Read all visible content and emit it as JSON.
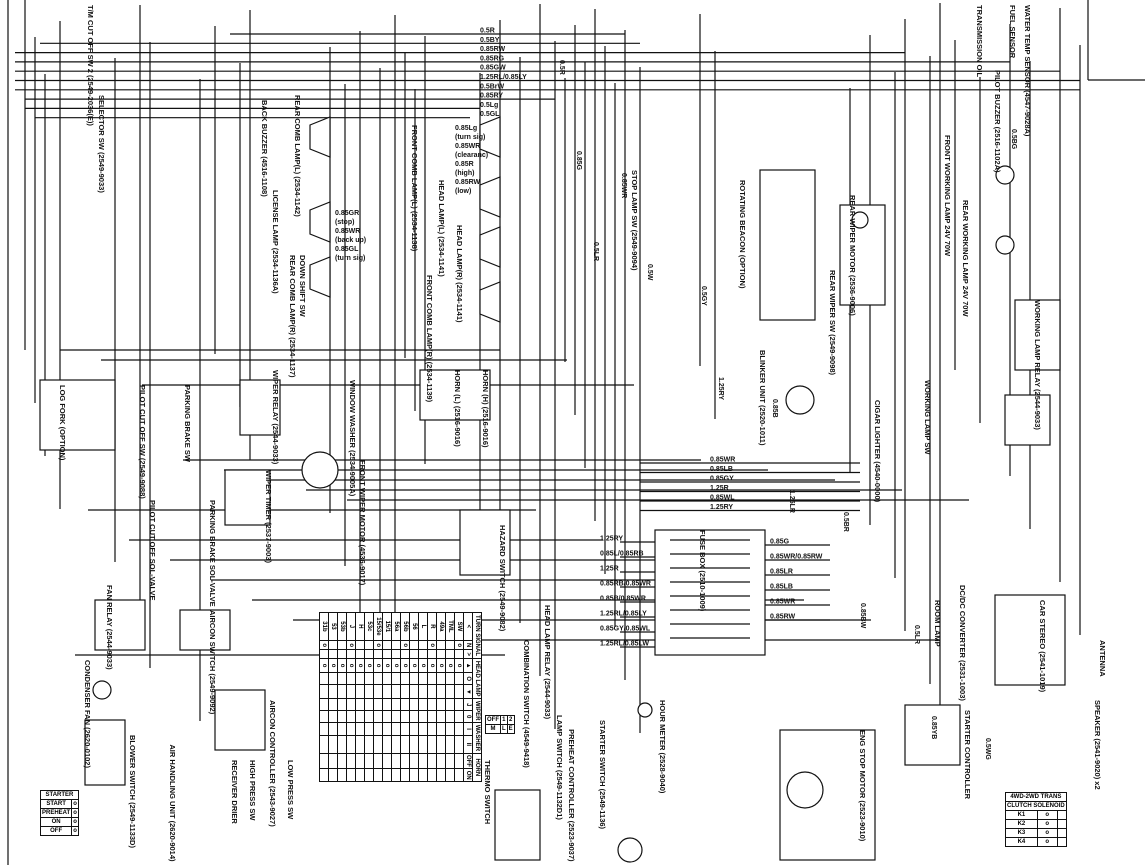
{
  "top_bus_wires": [
    "0.5R",
    "0.5BY",
    "0.85RW",
    "0.85RG",
    "0.85GW",
    "1.25RL/0.85LY",
    "0.5BrW",
    "0.85RY",
    "0.5Lg",
    "0.5GL"
  ],
  "mid_bus_wires": [
    "0.85WR",
    "0.85LB",
    "0.85GY",
    "1.25R",
    "0.85WL",
    "1.25RY"
  ],
  "fuse_left_wires": [
    "1.25RY",
    "0.85L/0.85RB",
    "1.25R",
    "0.85RB/0.85WR",
    "0.85B/0.85WR",
    "1.25RL/0.85LY",
    "0.85GY/0.85WL",
    "1.25RL/0.85LW"
  ],
  "fuse_right_wires": [
    "0.85G",
    "0.85WR/0.85RW",
    "0.85LR",
    "0.85LB",
    "0.85WR",
    "0.85RW"
  ],
  "lamp_wires": [
    "0.85Lg",
    "(turn sig)",
    "0.85WR",
    "(clearanc)",
    "0.85R",
    "(high)",
    "0.85RW",
    "(low)",
    "0.85GR",
    "(stop)",
    "0.85WR",
    "(back up)",
    "0.85GL",
    "(turn sig)"
  ],
  "components": [
    "T/M CUT OFF SW 2 (2549-2036(E))",
    "SELECTOR SW (2549-9033)",
    "BACK BUZZER (4516-1108)",
    "REAR COMB LAMP(L) (2534-1142)",
    "LICENSE LAMP (2534-1136A)",
    "REAR COMB LAMP(R) (2534-1137)",
    "FRONT COMB LAMP(L) (2534-1138)",
    "HEAD LAMP(L) (2534-1141)",
    "HEAD LAMP(R) (2534-1141)",
    "FRONT COMB LAMP(R) (2534-1139)",
    "STOP LAMP SW (2549-9094)",
    "PILOT BUZZER (2516-1102A)",
    "ROTATING BEACON (OPTION)",
    "REAR WIPER MOTOR (2536-9006)",
    "FRONT WORKING LAMP 24V 70W",
    "REAR WORKING LAMP 24V 70W",
    "WATER TEMP SENSOR (4547-9028A)",
    "FUEL SENSOR",
    "TRANSMISSION OIL",
    "WORKING LAMP RELAY (2544-9033)",
    "REAR WIPER SW (2549-9098)",
    "BLINKER UNIT (2520-1011)",
    "CIGAR LIGHTER (4540-0000)",
    "WORKING LAMP SW",
    "HORN (L) (2516-9016)",
    "HORN (H) (2516-9016)",
    "WINDOW WASHER (2534-9005A)",
    "FRONT WIPER MOTOR (4536-9017)",
    "WIPER RELAY (2544-9033)",
    "WIPER TIMER (2537-9003)",
    "PILOT CUT OFF SW (2549-9088)",
    "PARKING BRAKE SW",
    "LOG FORK (OPTION)",
    "PILOT CUT OFF SOL-VALVE",
    "PARKING BRAKE SOL-VALVE",
    "DOWN SHIFT SW",
    "HAZARD SWITCH (2549-9082)",
    "HEAD LAMP RELAY (2544-9033)",
    "LAMP SWITCH (2549-1132D1)",
    "COMBINATION SWITCH (4549-9418)",
    "FUSE BOX (2510-1009)",
    "ROOM LAMP",
    "DC/DC CONVERTER (2531-1003)",
    "CAR STEREO (2541-1019)",
    "ANTENNA",
    "SPEAKER (2541-9020) x2",
    "STARTER CONTROLLER",
    "ENG STOP MOTOR (2523-9010)",
    "HOUR METER (2528-9040)",
    "STARTER SWITCH (2549-1136)",
    "PREHEAT CONTROLLER (2523-9037)",
    "THERMO SWITCH",
    "FAN RELAY (2544-9033)",
    "CONDENSER FAN (2620-0102)",
    "BLOWER SWITCH (2549-1133D)",
    "AIRCON SWITCH (2549-9092)",
    "AIRCON CONTROLLER (2543-9027)",
    "LOW PRESS SW",
    "HIGH PRESS SW",
    "RECEIVER DRIER",
    "AIR HANDLING UNIT (2620-9014)"
  ],
  "combination_switch_table": {
    "header": [
      "SW",
      "TML",
      "49a",
      "R",
      "L",
      "56",
      "56b",
      "56a",
      "15/1",
      "15/53e",
      "53c",
      "H",
      "J",
      "53b",
      "53",
      "31b"
    ],
    "groups": [
      "TURN SIGNAL",
      "HEAD LAMP",
      "WIPER",
      "WASHER",
      "HORN"
    ],
    "positions": [
      "<",
      "N",
      ">",
      "▲",
      "O",
      "▼",
      "J",
      "0",
      "I",
      "II",
      "OFF",
      "ON",
      "OFF",
      "ON"
    ]
  },
  "lamp_switch_table": {
    "header": [
      "OFF",
      "1",
      "2"
    ],
    "cols": [
      "M",
      "L",
      "E"
    ]
  },
  "starter_table": {
    "rows": [
      "START",
      "PREHEAT",
      "ON",
      "OFF"
    ],
    "label": "STARTER"
  },
  "clutch_table": {
    "title": "4WD-2WD TRANS",
    "sub": "CLUTCH SOLENOID",
    "rows": [
      "K1",
      "K2",
      "K3",
      "K4"
    ]
  },
  "misc_labels": [
    "0.5R",
    "0.85WR",
    "0.5GY",
    "0.85B",
    "0.5BR",
    "0.5LR",
    "0.5WG",
    "0.85G",
    "0.5W",
    "1.25RY",
    "1.25LR",
    "0.85BW",
    "0.85YB",
    "0.5BG",
    "0.5LR"
  ]
}
